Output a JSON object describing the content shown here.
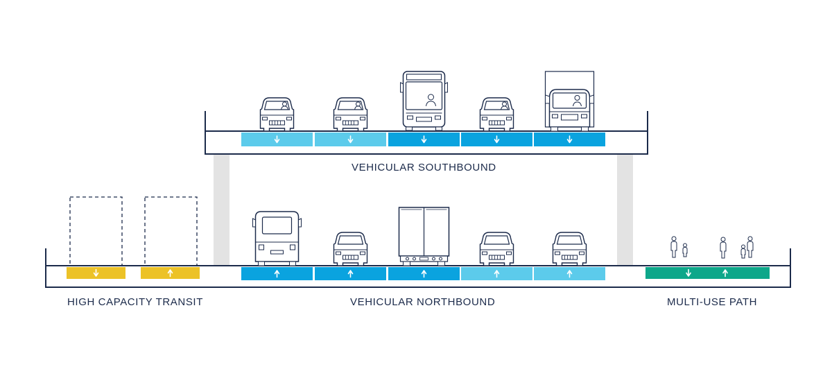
{
  "labels": {
    "southbound": "VEHICULAR SOUTHBOUND",
    "northbound": "VEHICULAR NORTHBOUND",
    "transit": "HIGH CAPACITY TRANSIT",
    "path": "MULTI-USE PATH"
  },
  "colors": {
    "structure": "#1b2a4a",
    "pillar": "#e3e3e3",
    "lane_blue": "#0aa3df",
    "lane_light_blue": "#5ccbeb",
    "transit_yellow": "#ecc227",
    "path_green": "#0da78a",
    "arrow": "#ffffff"
  },
  "upper_deck": {
    "lanes": [
      {
        "direction": "down",
        "color": "lane_light_blue",
        "vehicle": "car"
      },
      {
        "direction": "down",
        "color": "lane_light_blue",
        "vehicle": "car"
      },
      {
        "direction": "down",
        "color": "lane_blue",
        "vehicle": "bus"
      },
      {
        "direction": "down",
        "color": "lane_blue",
        "vehicle": "car"
      },
      {
        "direction": "down",
        "color": "lane_blue",
        "vehicle": "truck"
      }
    ]
  },
  "lower_deck": {
    "transit_lanes": [
      {
        "direction": "down",
        "color": "transit_yellow"
      },
      {
        "direction": "up",
        "color": "transit_yellow"
      }
    ],
    "lanes": [
      {
        "direction": "up",
        "color": "lane_blue",
        "vehicle": "bus-rear"
      },
      {
        "direction": "up",
        "color": "lane_blue",
        "vehicle": "car"
      },
      {
        "direction": "up",
        "color": "lane_blue",
        "vehicle": "truck-rear"
      },
      {
        "direction": "up",
        "color": "lane_light_blue",
        "vehicle": "car"
      },
      {
        "direction": "up",
        "color": "lane_light_blue",
        "vehicle": "car"
      }
    ],
    "path_arrows": [
      "down",
      "up"
    ]
  }
}
